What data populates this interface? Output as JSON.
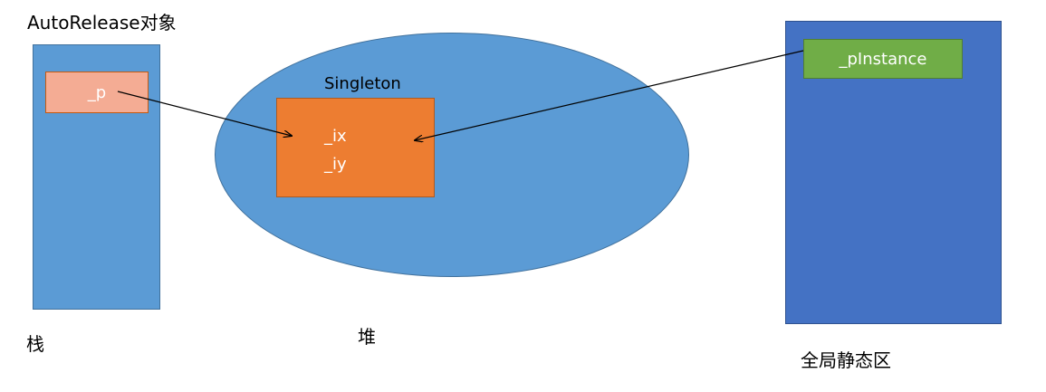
{
  "labels": {
    "autorelease": "AutoRelease对象",
    "stack": "栈",
    "heap": "堆",
    "global": "全局静态区",
    "singleton": "Singleton"
  },
  "boxes": {
    "p": "_p",
    "ix": "_ix",
    "iy": "_iy",
    "pinstance": "_pInstance"
  },
  "colors": {
    "stack": "#5b9bd5",
    "heap": "#5b9bd5",
    "global": "#4472c4",
    "p_box": "#f4ac94",
    "singleton_box": "#ed7d31",
    "pinstance_box": "#70ad47"
  }
}
